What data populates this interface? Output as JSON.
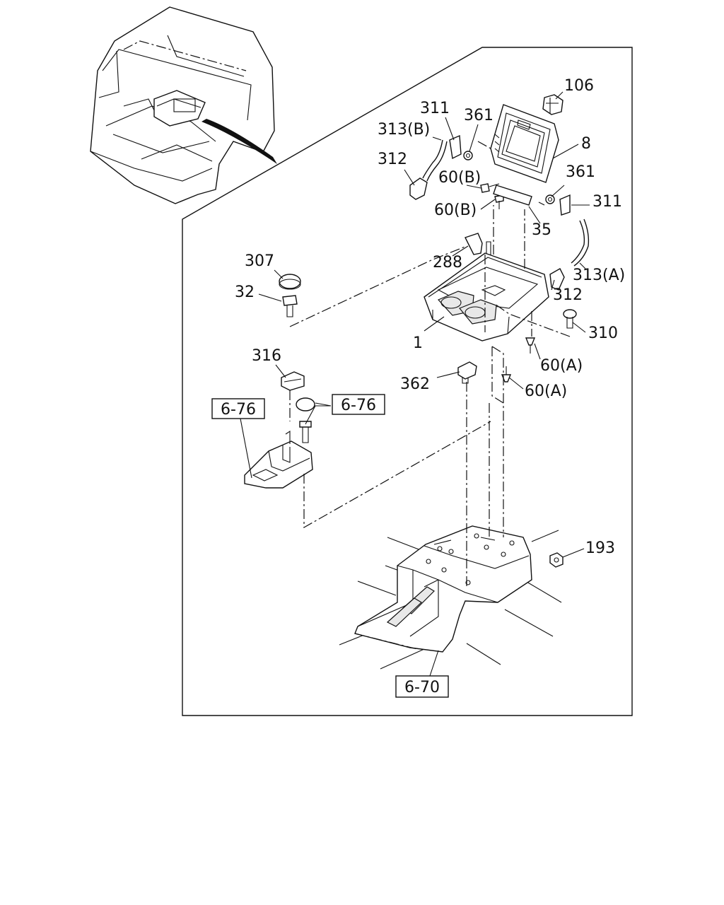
{
  "labels": {
    "p106": "106",
    "p311a": "311",
    "p361a": "361",
    "p313b": "313(B)",
    "p8": "8",
    "p312a": "312",
    "p60b1": "60(B)",
    "p361b": "361",
    "p311b": "311",
    "p60b2": "60(B)",
    "p35": "35",
    "p288": "288",
    "p313a": "313(A)",
    "p307": "307",
    "p32": "32",
    "p312b": "312",
    "p310": "310",
    "p1": "1",
    "p60a1": "60(A)",
    "p316": "316",
    "p362": "362",
    "p60a2": "60(A)",
    "p193": "193"
  },
  "refs": {
    "r676a": "6-76",
    "r676b": "6-76",
    "r670": "6-70"
  }
}
